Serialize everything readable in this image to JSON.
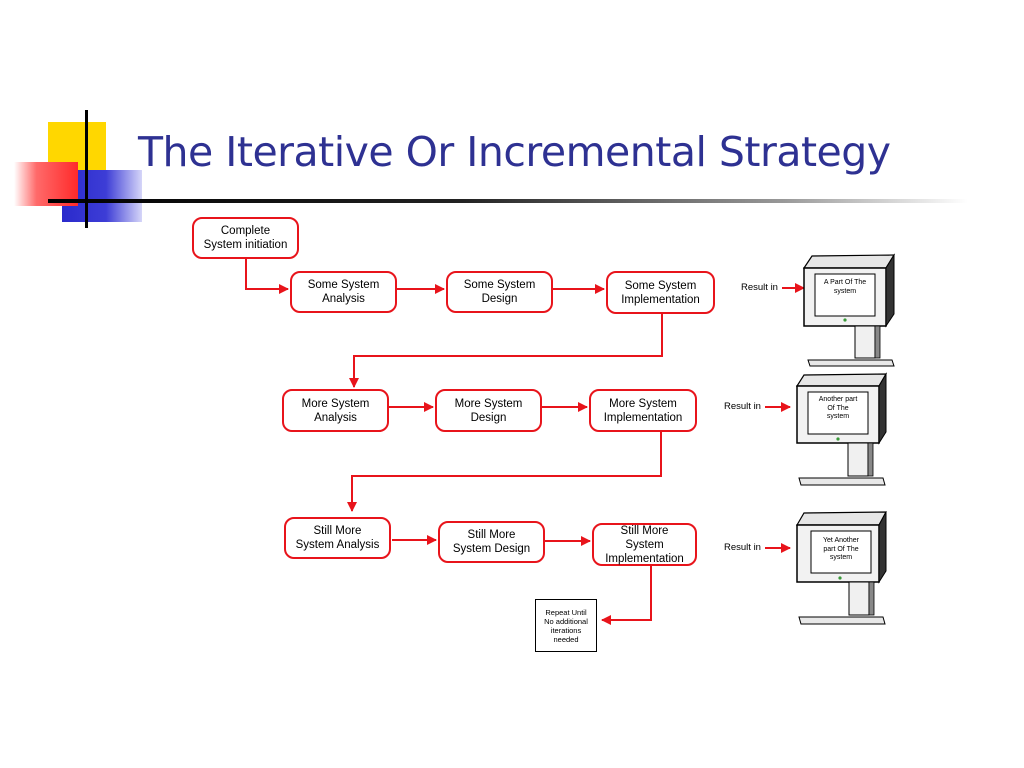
{
  "title": "The Iterative Or Incremental Strategy",
  "colors": {
    "title": "#2e3192",
    "flow": "#e8141b",
    "accent_yellow": "#ffd700",
    "accent_blue": "#3333cc",
    "accent_red": "#ff3b3b"
  },
  "start": {
    "label": "Complete\nSystem initiation"
  },
  "rows": [
    {
      "analysis": "Some System\nAnalysis",
      "design": "Some System\nDesign",
      "implementation": "Some System\nImplementation",
      "result_label": "Result in",
      "output": "A Part Of The\nsystem"
    },
    {
      "analysis": "More System\nAnalysis",
      "design": "More System\nDesign",
      "implementation": "More System\nImplementation",
      "result_label": "Result in",
      "output": "Another part\nOf The\nsystem"
    },
    {
      "analysis": "Still More\nSystem Analysis",
      "design": "Still More\nSystem Design",
      "implementation": "Still More\nSystem\nImplementation",
      "result_label": "Result in",
      "output": "Yet Another\npart Of The\nsystem"
    }
  ],
  "end_note": "Repeat Until\nNo additional\niterations\nneeded",
  "icons": [
    "monitor-icon",
    "monitor-icon",
    "monitor-icon"
  ]
}
